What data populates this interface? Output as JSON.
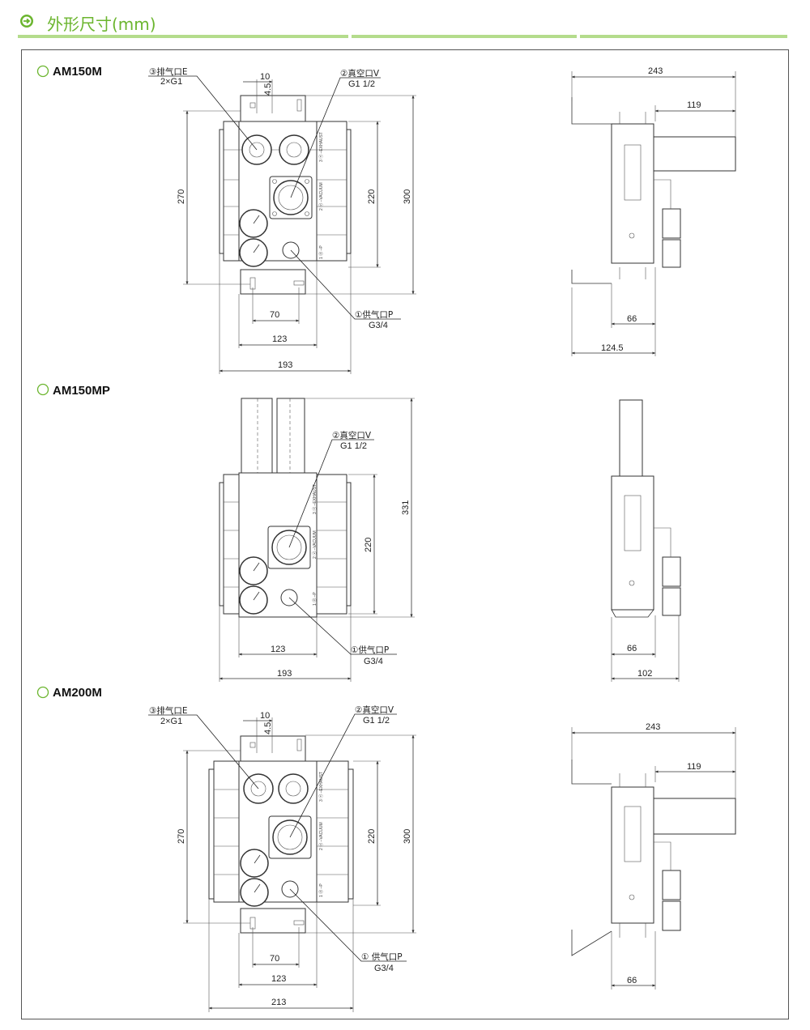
{
  "header": {
    "title": "外形尺寸(mm)",
    "icon": "arrow-circle-icon",
    "accent_color": "#6bb52e",
    "rule_color": "#b4dc8c"
  },
  "sections": [
    {
      "model": "AM150M",
      "ports": {
        "exhaust": "③排气口E",
        "exhaust_size": "2×G1",
        "vacuum": "②真空口V",
        "vacuum_size": "G1 1/2",
        "supply": "①供气口P",
        "supply_size": "G3/4"
      },
      "front_dims": {
        "top_a": "10",
        "top_b": "4.5",
        "left_h": "270",
        "inner_h": "220",
        "right_h": "300",
        "bottom_a": "70",
        "bottom_b": "123",
        "bottom_c": "193"
      },
      "side_dims": {
        "top": "243",
        "upper": "119",
        "lower_a": "66",
        "lower_b": "124.5"
      },
      "body_text": {
        "exhaust": "3 ⓔ –EXHAUST",
        "vacuum": "2 ⓥ –VACUUM",
        "supply": "1 ⓟ –P"
      }
    },
    {
      "model": "AM150MP",
      "ports": {
        "vacuum": "②真空口V",
        "vacuum_size": "G1 1/2",
        "supply": "①供气口P",
        "supply_size": "G3/4"
      },
      "front_dims": {
        "right_h": "331",
        "inner_h": "220",
        "bottom_b": "123",
        "bottom_c": "193"
      },
      "side_dims": {
        "lower_a": "66",
        "lower_b": "102"
      },
      "body_text": {
        "exhaust": "3 ⓔ –EXHAUST",
        "vacuum": "2 ⓥ –VACUUM",
        "supply": "1 ⓟ –P"
      }
    },
    {
      "model": "AM200M",
      "ports": {
        "exhaust": "③排气口E",
        "exhaust_size": "2×G1",
        "vacuum": "②真空口V",
        "vacuum_size": "G1 1/2",
        "supply": "① 供气口P",
        "supply_size": "G3/4"
      },
      "front_dims": {
        "top_a": "10",
        "top_b": "4.5",
        "left_h": "270",
        "inner_h": "220",
        "right_h": "300",
        "bottom_a": "70",
        "bottom_b": "123",
        "bottom_c": "213"
      },
      "side_dims": {
        "top": "243",
        "upper": "119",
        "lower_a": "66"
      },
      "body_text": {
        "exhaust": "3 ⓔ –EXHAUST",
        "vacuum": "2 ⓥ –VACUUM",
        "supply": "1 ⓟ –P"
      }
    }
  ]
}
